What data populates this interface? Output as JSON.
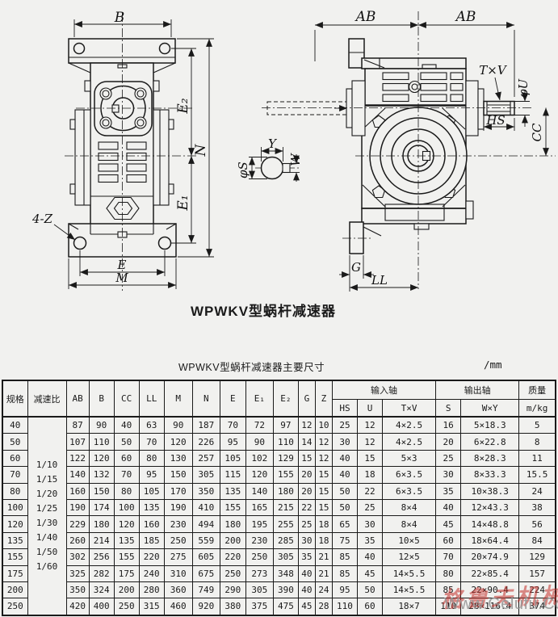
{
  "drawing": {
    "main_title": "WPWKV型蜗杆减速器",
    "left_view_labels": {
      "B": "B",
      "E2": "E₂",
      "N": "N",
      "E1": "E₁",
      "four_z": "4-Z",
      "E": "E",
      "M": "M"
    },
    "right_view_labels": {
      "AB": "AB",
      "TxV": "T×V",
      "phiU": "φU",
      "HS": "HS",
      "CC": "CC",
      "G": "G",
      "LL": "LL",
      "Y": "Y",
      "W": "W",
      "phiS": "φS"
    }
  },
  "table": {
    "title": "WPWKV型蜗杆减速器主要尺寸",
    "unit": "/mm",
    "headers": {
      "spec": "规格",
      "ratio": "减速比",
      "dims": [
        "AB",
        "B",
        "CC",
        "LL",
        "M",
        "N",
        "E",
        "E₁",
        "E₂",
        "G",
        "Z"
      ],
      "input_group": "输入轴",
      "input_cols": [
        "HS",
        "U",
        "T×V"
      ],
      "output_group": "输出轴",
      "output_cols": [
        "S",
        "W×Y"
      ],
      "mass": "质量",
      "mass_unit": "m/kg"
    },
    "ratio_lines": [
      "1/10",
      "1/15",
      "1/20",
      "1/25",
      "1/30",
      "1/40",
      "1/50",
      "1/60"
    ],
    "rows": [
      [
        "40",
        "87",
        "90",
        "40",
        "63",
        "90",
        "187",
        "70",
        "72",
        "97",
        "12",
        "10",
        "25",
        "12",
        "4×2.5",
        "16",
        "5×18.3",
        "5"
      ],
      [
        "50",
        "107",
        "110",
        "50",
        "70",
        "120",
        "226",
        "95",
        "90",
        "110",
        "14",
        "12",
        "30",
        "12",
        "4×2.5",
        "20",
        "6×22.8",
        "8"
      ],
      [
        "60",
        "122",
        "120",
        "60",
        "80",
        "130",
        "257",
        "105",
        "102",
        "129",
        "15",
        "12",
        "40",
        "15",
        "5×3",
        "25",
        "8×28.3",
        "11"
      ],
      [
        "70",
        "140",
        "132",
        "70",
        "95",
        "150",
        "305",
        "115",
        "120",
        "155",
        "20",
        "15",
        "40",
        "18",
        "6×3.5",
        "30",
        "8×33.3",
        "15.5"
      ],
      [
        "80",
        "160",
        "150",
        "80",
        "105",
        "170",
        "350",
        "135",
        "140",
        "180",
        "20",
        "15",
        "50",
        "22",
        "6×3.5",
        "35",
        "10×38.3",
        "24"
      ],
      [
        "100",
        "190",
        "174",
        "100",
        "135",
        "190",
        "410",
        "155",
        "165",
        "215",
        "22",
        "15",
        "50",
        "25",
        "8×4",
        "40",
        "12×43.3",
        "38"
      ],
      [
        "120",
        "229",
        "180",
        "120",
        "160",
        "230",
        "494",
        "180",
        "195",
        "255",
        "25",
        "18",
        "65",
        "30",
        "8×4",
        "45",
        "14×48.8",
        "56"
      ],
      [
        "135",
        "260",
        "214",
        "135",
        "185",
        "250",
        "559",
        "200",
        "230",
        "285",
        "30",
        "18",
        "75",
        "35",
        "10×5",
        "60",
        "18×64.4",
        "84"
      ],
      [
        "155",
        "302",
        "256",
        "155",
        "220",
        "275",
        "605",
        "220",
        "250",
        "305",
        "35",
        "21",
        "85",
        "40",
        "12×5",
        "70",
        "20×74.9",
        "129"
      ],
      [
        "175",
        "325",
        "282",
        "175",
        "240",
        "310",
        "675",
        "250",
        "273",
        "348",
        "40",
        "21",
        "85",
        "45",
        "14×5.5",
        "80",
        "22×85.4",
        "157"
      ],
      [
        "200",
        "350",
        "324",
        "200",
        "280",
        "360",
        "749",
        "290",
        "305",
        "390",
        "40",
        "24",
        "95",
        "50",
        "14×5.5",
        "85",
        "22×90.4",
        "224"
      ],
      [
        "250",
        "420",
        "400",
        "250",
        "315",
        "460",
        "920",
        "380",
        "375",
        "475",
        "45",
        "28",
        "110",
        "60",
        "18×7",
        "110",
        "28×116.4",
        "374"
      ]
    ]
  },
  "watermark": {
    "text_cn": "格鲁夫机械",
    "url": "Www.Gelufu.Com"
  }
}
